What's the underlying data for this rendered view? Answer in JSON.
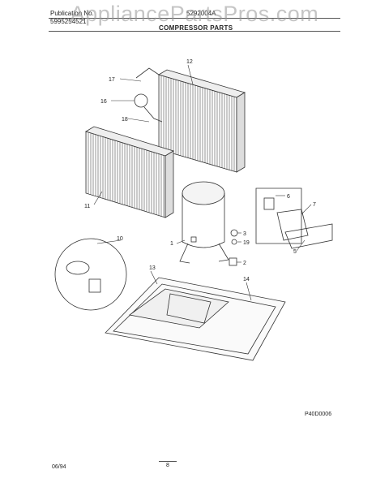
{
  "header": {
    "publication_label": "Publication No.",
    "publication_number": "5995254521",
    "model_number": "5292004A",
    "section_title": "COMPRESSOR PARTS"
  },
  "watermark": "AppliancePartsPros.com",
  "callouts": {
    "c1": "1",
    "c2": "2",
    "c3": "3",
    "c5": "5",
    "c6": "6",
    "c7": "7",
    "c10": "10",
    "c11": "11",
    "c12": "12",
    "c13": "13",
    "c14": "14",
    "c16": "16",
    "c17": "17",
    "c18": "18",
    "c19": "19"
  },
  "figure_code": "P40D0006",
  "footer": {
    "date": "06/94",
    "page": "8"
  }
}
